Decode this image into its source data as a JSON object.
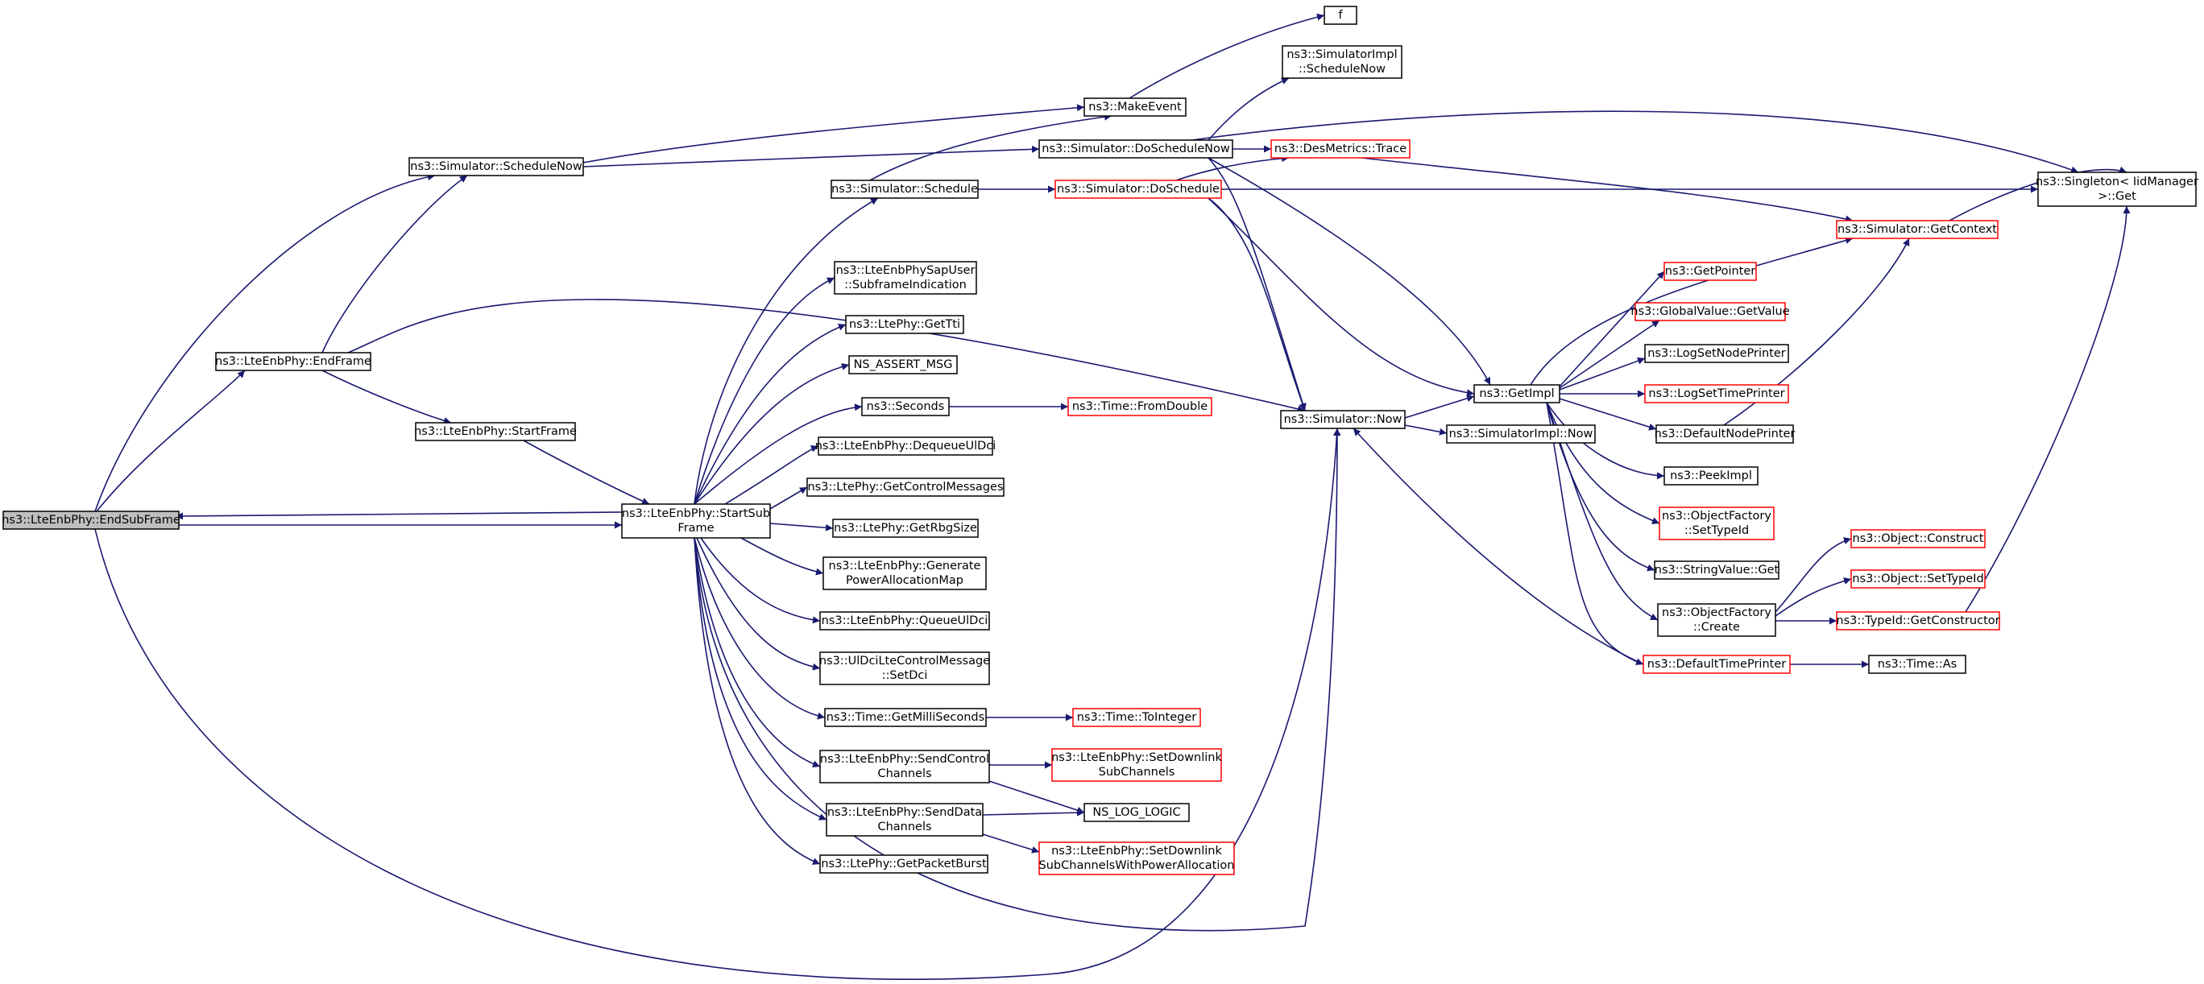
{
  "colors": {
    "edge": "#191970",
    "root_fill": "#bfbfbf",
    "incomplete_border": "#ff0000",
    "node_border": "#000000"
  },
  "nodes": [
    {
      "id": "endsubframe",
      "lines": [
        "ns3::LteEnbPhy::EndSubFrame"
      ],
      "style": "root"
    },
    {
      "id": "sched_now",
      "lines": [
        "ns3::Simulator::ScheduleNow"
      ]
    },
    {
      "id": "endframe",
      "lines": [
        "ns3::LteEnbPhy::EndFrame"
      ]
    },
    {
      "id": "startframe",
      "lines": [
        "ns3::LteEnbPhy::StartFrame"
      ]
    },
    {
      "id": "startsub",
      "lines": [
        "ns3::LteEnbPhy::StartSub",
        "Frame"
      ]
    },
    {
      "id": "f",
      "lines": [
        "f"
      ]
    },
    {
      "id": "makeevent",
      "lines": [
        "ns3::MakeEvent"
      ]
    },
    {
      "id": "doschednow",
      "lines": [
        "ns3::Simulator::DoScheduleNow"
      ]
    },
    {
      "id": "simimpl_schednow",
      "lines": [
        "ns3::SimulatorImpl",
        "::ScheduleNow"
      ]
    },
    {
      "id": "schedule",
      "lines": [
        "ns3::Simulator::Schedule"
      ]
    },
    {
      "id": "dosched",
      "lines": [
        "ns3::Simulator::DoSchedule"
      ],
      "style": "red"
    },
    {
      "id": "desmetrics",
      "lines": [
        "ns3::DesMetrics::Trace"
      ],
      "style": "red"
    },
    {
      "id": "singleton",
      "lines": [
        "ns3::Singleton< IidManager",
        ">::Get"
      ]
    },
    {
      "id": "getcontext",
      "lines": [
        "ns3::Simulator::GetContext"
      ],
      "style": "red"
    },
    {
      "id": "sapuser",
      "lines": [
        "ns3::LteEnbPhySapUser",
        "::SubframeIndication"
      ]
    },
    {
      "id": "gettti",
      "lines": [
        "ns3::LtePhy::GetTti"
      ]
    },
    {
      "id": "nsassert",
      "lines": [
        "NS_ASSERT_MSG"
      ]
    },
    {
      "id": "seconds",
      "lines": [
        "ns3::Seconds"
      ]
    },
    {
      "id": "fromdouble",
      "lines": [
        "ns3::Time::FromDouble"
      ],
      "style": "red"
    },
    {
      "id": "dequeueul",
      "lines": [
        "ns3::LteEnbPhy::DequeueUlDci"
      ]
    },
    {
      "id": "getctrlmsg",
      "lines": [
        "ns3::LtePhy::GetControlMessages"
      ]
    },
    {
      "id": "getrbg",
      "lines": [
        "ns3::LtePhy::GetRbgSize"
      ]
    },
    {
      "id": "genpower",
      "lines": [
        "ns3::LteEnbPhy::Generate",
        "PowerAllocationMap"
      ]
    },
    {
      "id": "queueul",
      "lines": [
        "ns3::LteEnbPhy::QueueUlDci"
      ]
    },
    {
      "id": "setdci",
      "lines": [
        "ns3::UlDciLteControlMessage",
        "::SetDci"
      ]
    },
    {
      "id": "getms",
      "lines": [
        "ns3::Time::GetMilliSeconds"
      ]
    },
    {
      "id": "tointeger",
      "lines": [
        "ns3::Time::ToInteger"
      ],
      "style": "red"
    },
    {
      "id": "sendctrl",
      "lines": [
        "ns3::LteEnbPhy::SendControl",
        "Channels"
      ]
    },
    {
      "id": "setdownlink",
      "lines": [
        "ns3::LteEnbPhy::SetDownlink",
        "SubChannels"
      ],
      "style": "red"
    },
    {
      "id": "nslog",
      "lines": [
        "NS_LOG_LOGIC"
      ]
    },
    {
      "id": "senddata",
      "lines": [
        "ns3::LteEnbPhy::SendData",
        "Channels"
      ]
    },
    {
      "id": "setdownlinkpa",
      "lines": [
        "ns3::LteEnbPhy::SetDownlink",
        "SubChannelsWithPowerAllocation"
      ],
      "style": "red"
    },
    {
      "id": "getpacket",
      "lines": [
        "ns3::LtePhy::GetPacketBurst"
      ]
    },
    {
      "id": "simnow",
      "lines": [
        "ns3::Simulator::Now"
      ]
    },
    {
      "id": "getimpl",
      "lines": [
        "ns3::GetImpl"
      ]
    },
    {
      "id": "simimplnow",
      "lines": [
        "ns3::SimulatorImpl::Now"
      ]
    },
    {
      "id": "getpointer",
      "lines": [
        "ns3::GetPointer"
      ],
      "style": "red"
    },
    {
      "id": "globalvalue",
      "lines": [
        "ns3::GlobalValue::GetValue"
      ],
      "style": "red"
    },
    {
      "id": "lognode",
      "lines": [
        "ns3::LogSetNodePrinter"
      ]
    },
    {
      "id": "logtime",
      "lines": [
        "ns3::LogSetTimePrinter"
      ],
      "style": "red"
    },
    {
      "id": "defnode",
      "lines": [
        "ns3::DefaultNodePrinter"
      ]
    },
    {
      "id": "peekimpl",
      "lines": [
        "ns3::PeekImpl"
      ]
    },
    {
      "id": "ofsettype",
      "lines": [
        "ns3::ObjectFactory",
        "::SetTypeId"
      ],
      "style": "red"
    },
    {
      "id": "strget",
      "lines": [
        "ns3::StringValue::Get"
      ]
    },
    {
      "id": "ofcreate",
      "lines": [
        "ns3::ObjectFactory",
        "::Create"
      ]
    },
    {
      "id": "deftime",
      "lines": [
        "ns3::DefaultTimePrinter"
      ],
      "style": "red"
    },
    {
      "id": "timeas",
      "lines": [
        "ns3::Time::As"
      ]
    },
    {
      "id": "objconstruct",
      "lines": [
        "ns3::Object::Construct"
      ],
      "style": "red"
    },
    {
      "id": "objsettype",
      "lines": [
        "ns3::Object::SetTypeId"
      ],
      "style": "red"
    },
    {
      "id": "getctor",
      "lines": [
        "ns3::TypeId::GetConstructor"
      ],
      "style": "red"
    }
  ]
}
